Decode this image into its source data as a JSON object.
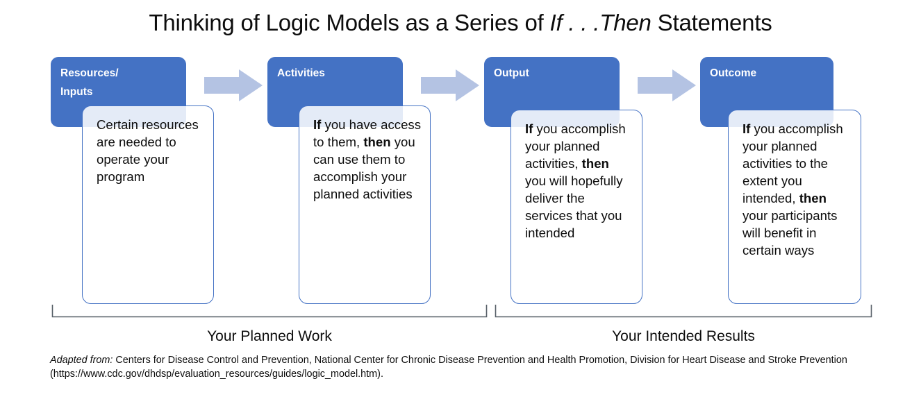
{
  "title": {
    "before": "Thinking of Logic Models as a Series of ",
    "emphasis": "If . . .Then",
    "after": " Statements"
  },
  "colors": {
    "stage_blue": "#4472C4",
    "arrow_blue": "#B4C3E3",
    "card_border": "#4472C4",
    "bracket": "#404040",
    "text": "#0D0D0D"
  },
  "stages": [
    {
      "label": "Resources/\nInputs",
      "statement_plain": "Certain resources are needed to operate your program",
      "statement_html": "Certain resources are needed to operate your program"
    },
    {
      "label": "Activities",
      "statement_plain": "If you have access to them, then you can use them to accomplish your planned activities",
      "statement_html": "<b>If</b> you have access to them, <b>then</b> you can use them to accomplish your planned activities"
    },
    {
      "label": "Output",
      "statement_plain": "If you accomplish your planned activities, then you will hopefully deliver the services that you intended",
      "statement_html": "<b>If</b> you accomplish your planned activities, <b>then</b> you will hopefully deliver the services that you intended"
    },
    {
      "label": "Outcome",
      "statement_plain": "If you accomplish your planned activities to the extent you intended, then your participants will benefit in certain ways",
      "statement_html": "<b>If</b> you accomplish your planned activities to the extent you intended, <b>then</b> your participants will benefit in certain ways"
    }
  ],
  "arrows": [
    {
      "name": "arrow-resources-to-activities"
    },
    {
      "name": "arrow-activities-to-output"
    },
    {
      "name": "arrow-output-to-outcome"
    }
  ],
  "brackets": [
    {
      "label": "Your Planned Work"
    },
    {
      "label": "Your Intended Results"
    }
  ],
  "footnote": {
    "emphasis": "Adapted from:",
    "rest": " Centers for Disease Control and Prevention, National Center for Chronic Disease Prevention and Health Promotion, Division for Heart Disease and Stroke Prevention (https://www.cdc.gov/dhdsp/evaluation_resources/guides/logic_model.htm)."
  }
}
